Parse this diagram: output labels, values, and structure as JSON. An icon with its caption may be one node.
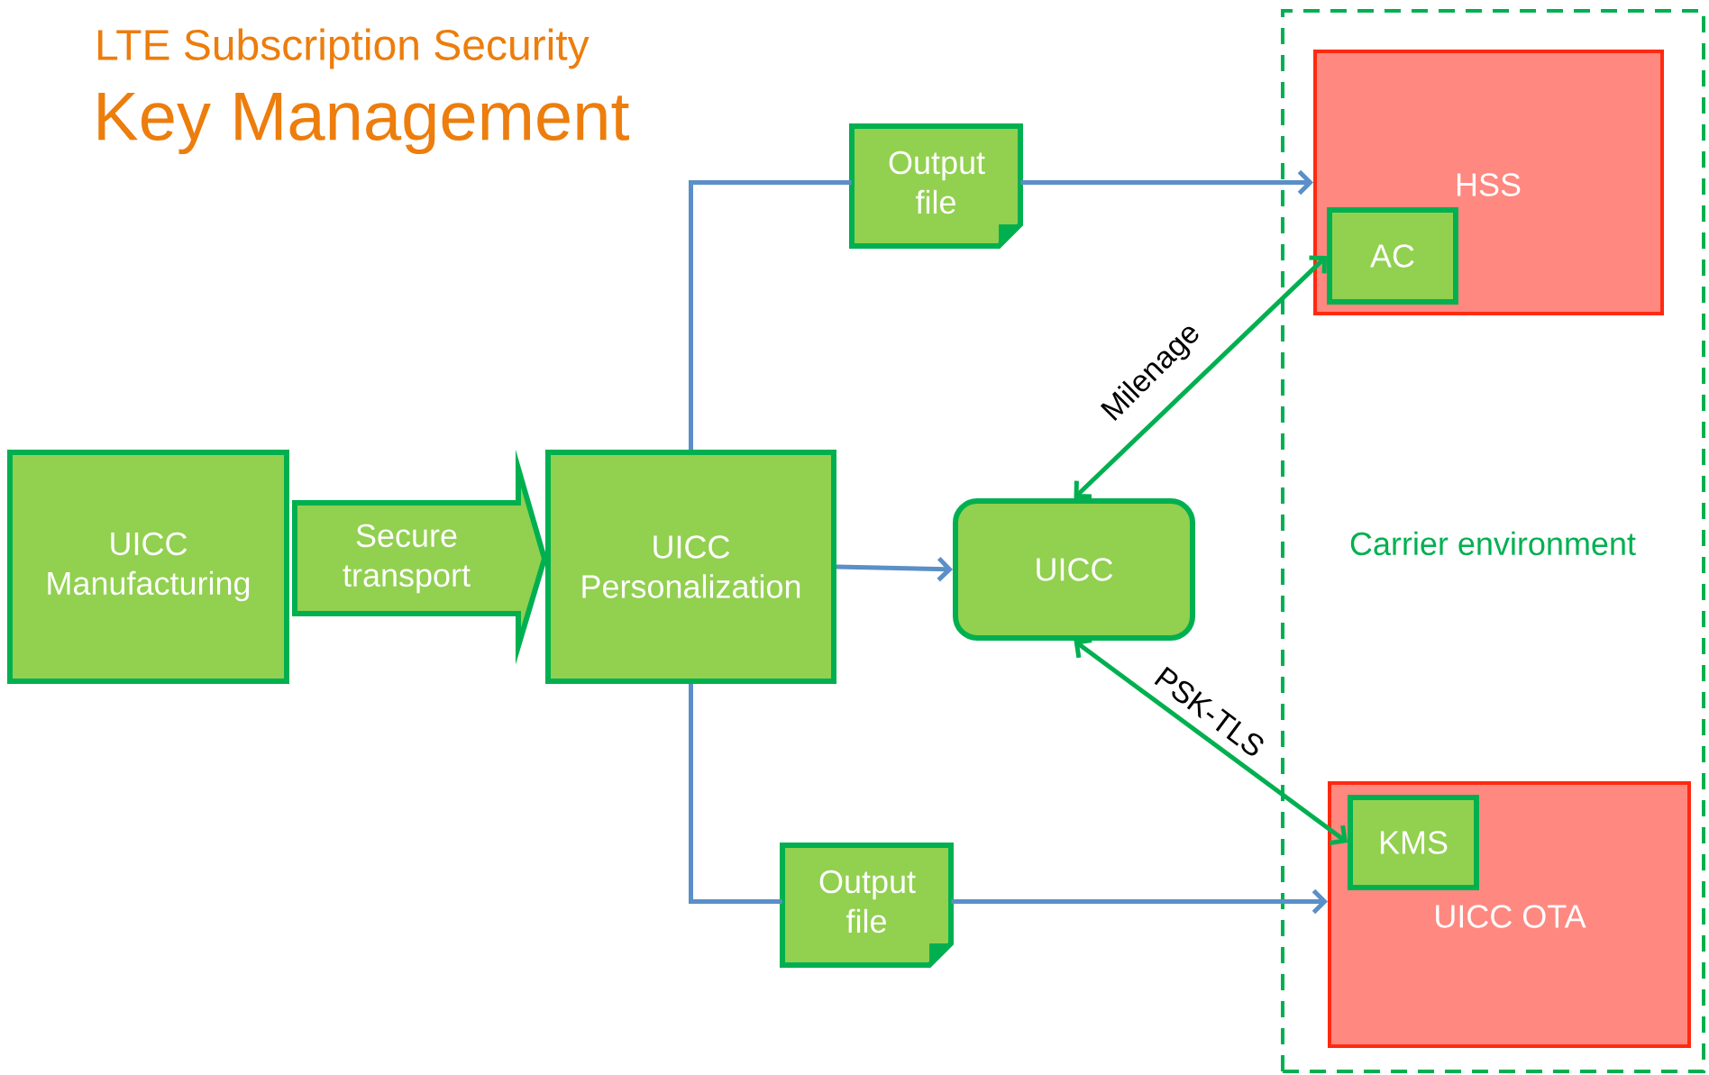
{
  "diagram": {
    "title": "Key Management",
    "labels": [
      "LTE Subscription Security"
    ],
    "nodes": [
      {
        "text": [
          "Carrier environment"
        ]
      },
      {
        "text": [
          "UICC Manufacturing"
        ]
      },
      {
        "text": [
          "UICC Personalization"
        ]
      },
      {
        "text": [
          "Output file"
        ]
      },
      {
        "text": [
          "UICC"
        ]
      },
      {
        "text": [
          "HSS"
        ],
        "in": 0
      },
      {
        "text": [
          "AC"
        ],
        "in": 5
      },
      {
        "text": [
          "Output file"
        ]
      },
      {
        "text": [
          "UICC OTA"
        ],
        "in": 0
      },
      {
        "text": [
          "KMS"
        ],
        "in": 8
      }
    ],
    "edges": [
      {
        "from": 1,
        "to": 2,
        "arrow": "to",
        "label": "Secure transport",
        "style": "thick",
        "color": "#00b050"
      },
      {
        "from": 2,
        "to": 3,
        "arrow": "none"
      },
      {
        "from": 3,
        "to": 5,
        "arrow": "to"
      },
      {
        "from": 2,
        "to": 7,
        "arrow": "none"
      },
      {
        "from": 7,
        "to": 8,
        "arrow": "to"
      },
      {
        "from": 2,
        "to": 4,
        "arrow": "to"
      },
      {
        "from": 4,
        "to": 6,
        "arrow": "both",
        "label": "Milenage",
        "color": "#00b050"
      },
      {
        "from": 4,
        "to": 9,
        "arrow": "both",
        "label": "PSK-TLS",
        "color": "#00b050"
      }
    ]
  }
}
